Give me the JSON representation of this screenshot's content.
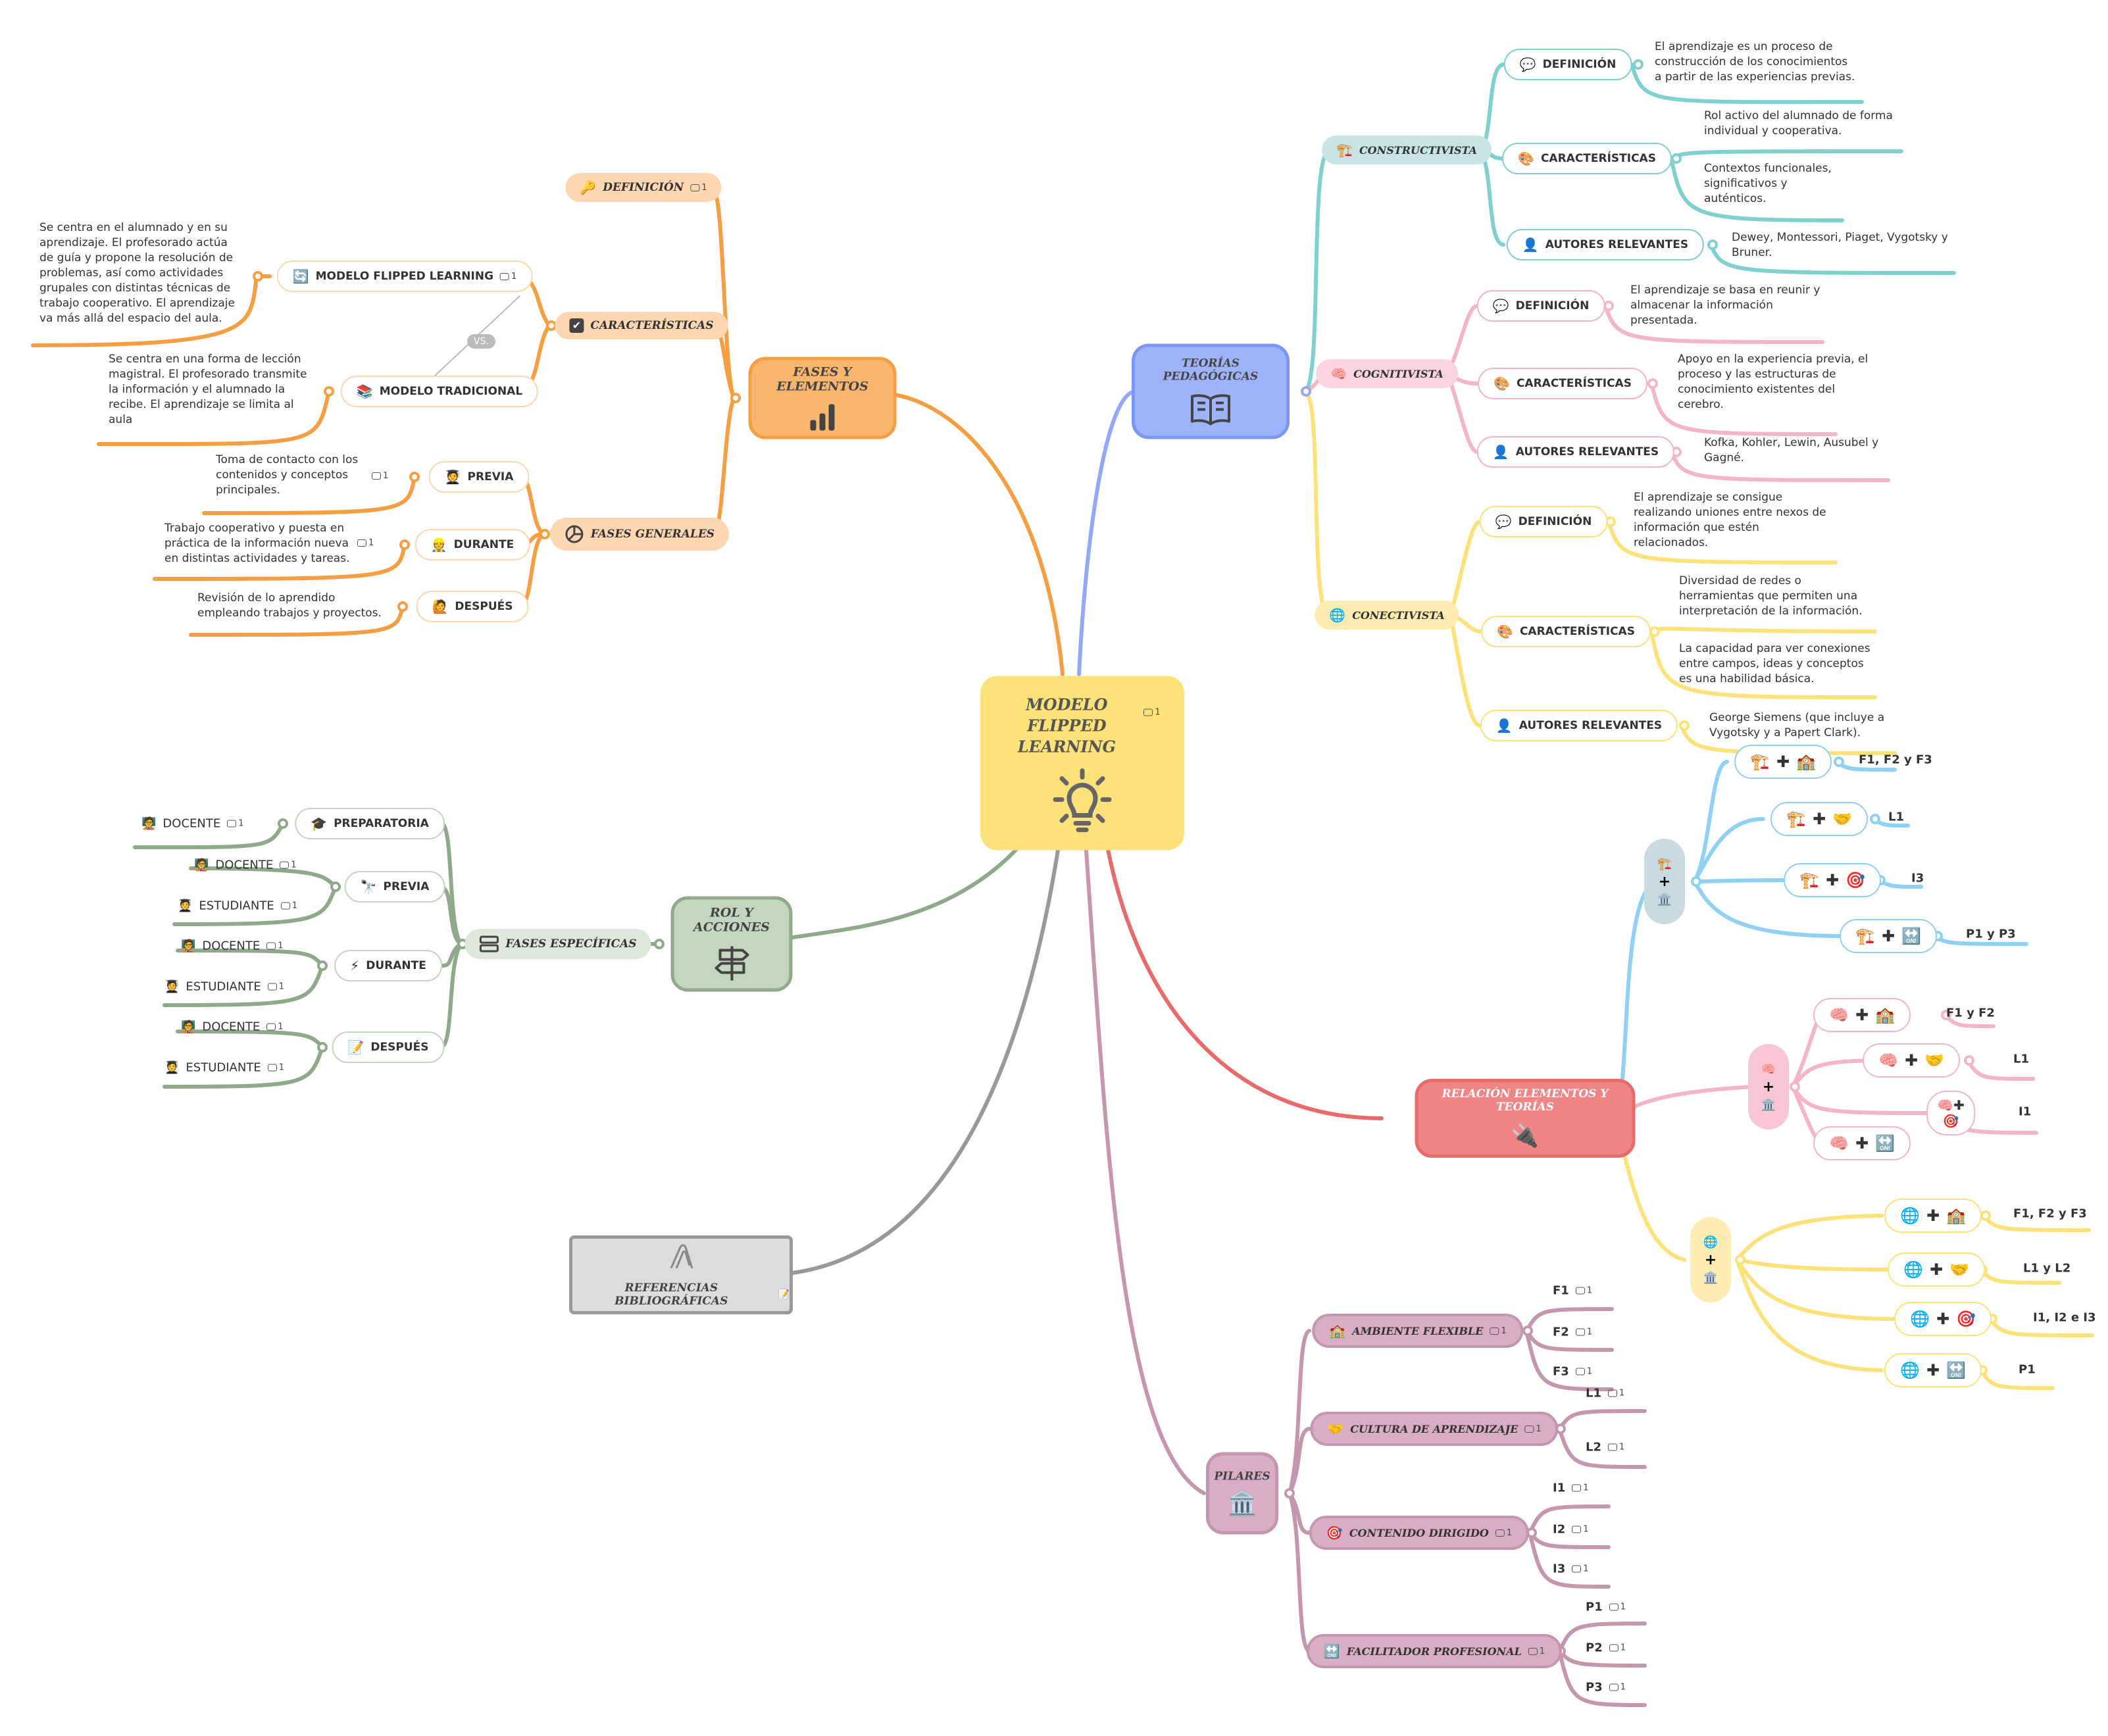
{
  "central": {
    "title": "MODELO FLIPPED LEARNING",
    "comments": "1",
    "icon": "lightbulb-icon"
  },
  "fases": {
    "title": "FASES Y ELEMENTOS",
    "definicion": {
      "label": "DEFINICIÓN",
      "comments": "1"
    },
    "caracteristicas": {
      "label": "CARACTERÍSTICAS"
    },
    "flipped": {
      "label": "MODELO FLIPPED LEARNING",
      "comments": "1",
      "note": "Se centra en el alumnado y en su\naprendizaje. El profesorado actúa\nde guía y propone la resolución de\nproblemas, así como actividades\ngrupales con distintas técnicas de\ntrabajo cooperativo. El aprendizaje\nva más allá del espacio del aula."
    },
    "vs": "VS.",
    "tradicional": {
      "label": "MODELO TRADICIONAL",
      "note": "Se centra en una forma de lección\nmagistral. El profesorado transmite\nla información y el alumnado la\nrecibe. El aprendizaje se limita al\naula"
    },
    "generales": {
      "label": "FASES GENERALES"
    },
    "previa": {
      "label": "PREVIA",
      "comments": "1",
      "note": "Toma de contacto con los\ncontenidos y conceptos\nprincipales."
    },
    "durante": {
      "label": "DURANTE",
      "comments": "1",
      "note": "Trabajo cooperativo y puesta en\npráctica de la información nueva\nen distintas actividades y tareas."
    },
    "despues": {
      "label": "DESPUÉS",
      "note": "Revisión de lo aprendido\nempleando trabajos y proyectos."
    }
  },
  "rol": {
    "title": "ROL Y ACCIONES",
    "fases": "FASES ESPECÍFICAS",
    "preparatoria": "PREPARATORIA",
    "previa": "PREVIA",
    "durante": "DURANTE",
    "despues": "DESPUÉS",
    "docente": "DOCENTE",
    "estudiante": "ESTUDIANTE",
    "comments": "1"
  },
  "refs": {
    "title": "REFERENCIAS BIBLIOGRÁFICAS"
  },
  "teorias": {
    "title": "TEORÍAS PEDAGÓGICAS",
    "constructivista": {
      "label": "CONSTRUCTIVISTA",
      "definicion": "DEFINICIÓN",
      "definicion_note": "El aprendizaje es un proceso de\nconstrucción de los conocimientos\na partir de las experiencias previas.",
      "caracteristicas": "CARACTERÍSTICAS",
      "car_note1": "Rol activo del alumnado de forma\nindividual y cooperativa.",
      "car_note2": "Contextos funcionales,\nsignificativos y\nauténticos.",
      "autores": "AUTORES RELEVANTES",
      "autores_note": "Dewey, Montessori, Piaget, Vygotsky y\nBruner."
    },
    "cognitivista": {
      "label": "COGNITIVISTA",
      "definicion": "DEFINICIÓN",
      "definicion_note": "El aprendizaje se basa en reunir y\nalmacenar la información\npresentada.",
      "caracteristicas": "CARACTERÍSTICAS",
      "car_note": "Apoyo en la experiencia previa, el\nproceso y las estructuras de\nconocimiento existentes del\ncerebro.",
      "autores": "AUTORES RELEVANTES",
      "autores_note": "Kofka, Kohler, Lewin, Ausubel y\nGagné."
    },
    "conectivista": {
      "label": "CONECTIVISTA",
      "definicion": "DEFINICIÓN",
      "definicion_note": "El aprendizaje se consigue\nrealizando uniones entre nexos de\ninformación que estén\nrelacionados.",
      "caracteristicas": "CARACTERÍSTICAS",
      "car_note1": "Diversidad de redes o\nherramientas que permiten una\ninterpretación de la información.",
      "car_note2": "La capacidad para ver conexiones\nentre campos, ideas y conceptos\nes una habilidad básica.",
      "autores": "AUTORES RELEVANTES",
      "autores_note": "George Siemens (que incluye a\nVygotsky y a Papert Clark)."
    }
  },
  "relacion": {
    "title": "RELACIÓN ELEMENTOS Y TEORÍAS",
    "blue": [
      "F1, F2 y F3",
      "L1",
      "I3",
      "P1 y P3"
    ],
    "pink": [
      "F1 y F2",
      "L1",
      "I1",
      ""
    ],
    "yellow": [
      "F1, F2 y F3",
      "L1 y L2",
      "I1, I2 e I3",
      "P1"
    ]
  },
  "pilares": {
    "title": "PILARES",
    "ambiente": {
      "label": "AMBIENTE FLEXIBLE",
      "items": [
        "F1",
        "F2",
        "F3"
      ]
    },
    "cultura": {
      "label": "CULTURA DE APRENDIZAJE",
      "items": [
        "L1",
        "L2"
      ]
    },
    "contenido": {
      "label": "CONTENIDO DIRIGIDO",
      "items": [
        "I1",
        "I2",
        "I3"
      ]
    },
    "facilitador": {
      "label": "FACILITADOR PROFESIONAL",
      "items": [
        "P1",
        "P2",
        "P3"
      ]
    },
    "comments": "1"
  },
  "colors": {
    "orange": "#f59e42",
    "blue": "#93a8f8",
    "green": "#8faa8b",
    "gray": "#999999",
    "red": "#e96a6a",
    "mauve": "#c497ae",
    "teal": "#7fd1d0",
    "pink": "#f5b5c8",
    "yellow": "#fde27a",
    "sky": "#8fd0f5"
  }
}
